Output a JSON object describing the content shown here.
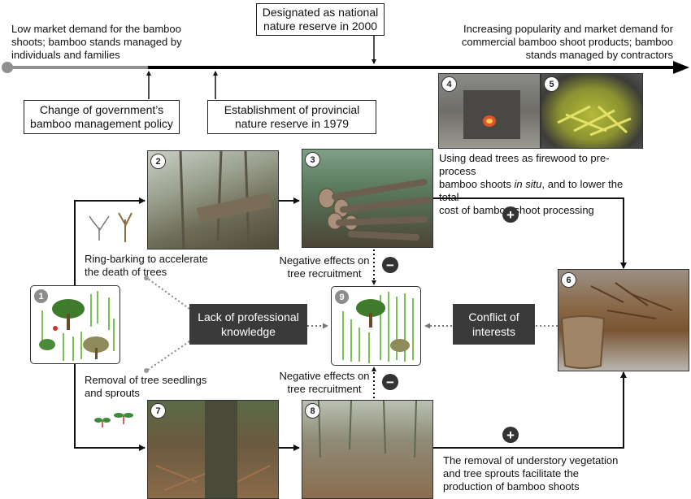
{
  "timeline": {
    "left_text": "Low market demand for the bamboo shoots; bamboo stands managed by individuals and families",
    "right_text": "Increasing popularity and market demand for commercial bamboo shoot products; bamboo stands managed by contractors",
    "events": {
      "policy_change": "Change of government’s bamboo management policy",
      "provincial_reserve": "Establishment of provincial nature reserve in 1979",
      "national_reserve": "Designated as national nature reserve in 2000"
    }
  },
  "panels": {
    "p1": {
      "number": "1"
    },
    "p2": {
      "number": "2"
    },
    "p3": {
      "number": "3"
    },
    "p4": {
      "number": "4"
    },
    "p5": {
      "number": "5"
    },
    "p6": {
      "number": "6"
    },
    "p7": {
      "number": "7"
    },
    "p8": {
      "number": "8"
    },
    "p9": {
      "number": "9"
    }
  },
  "labels": {
    "firewood_line1": "Using dead trees as firewood to pre-process",
    "firewood_line2_pre": "bamboo shoots ",
    "firewood_line2_italic": "in situ",
    "firewood_line2_post": ", and to lower the total",
    "firewood_line3": "cost of bamboo shoot processing",
    "ring_barking": "Ring-barking to accelerate the death of trees",
    "removal_seedlings": "Removal of tree seedlings and sprouts",
    "negative_top": "Negative effects on tree recruitment",
    "negative_bottom": "Negative effects on tree recruitment",
    "understory": "The removal of understory vegetation and tree sprouts facilitate the production of bamboo shoots"
  },
  "factors": {
    "lack_knowledge": "Lack of professional knowledge",
    "conflict": "Conflict of interests"
  },
  "signs": {
    "plus": "+",
    "minus": "−"
  },
  "colors": {
    "dark_box": "#3a3a3a",
    "timeline_gray": "#8f8f8f",
    "timeline_black": "#000000"
  }
}
